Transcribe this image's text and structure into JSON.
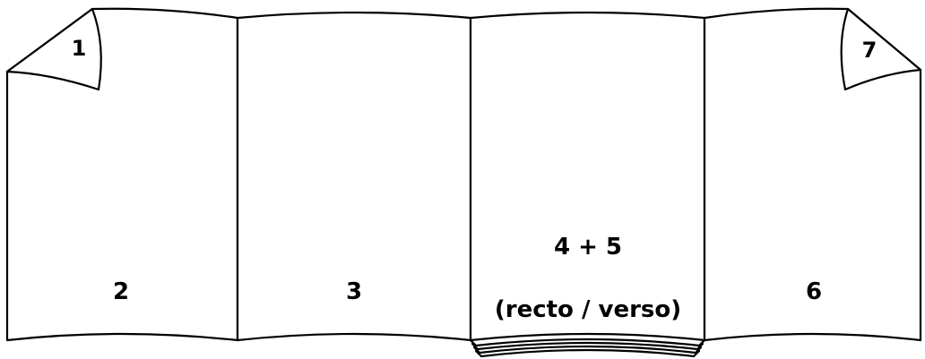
{
  "diagram": {
    "page_labels": {
      "p1": "1",
      "p2": "2",
      "p3": "3",
      "p45": "4 + 5",
      "p45_note": "(recto / verso)",
      "p6": "6",
      "p7": "7"
    },
    "colors": {
      "stroke": "#000000",
      "paper": "#ffffff"
    },
    "icons": {
      "left_curl": "page-curl-icon",
      "right_curl": "page-curl-icon",
      "stack": "page-stack-icon"
    }
  }
}
